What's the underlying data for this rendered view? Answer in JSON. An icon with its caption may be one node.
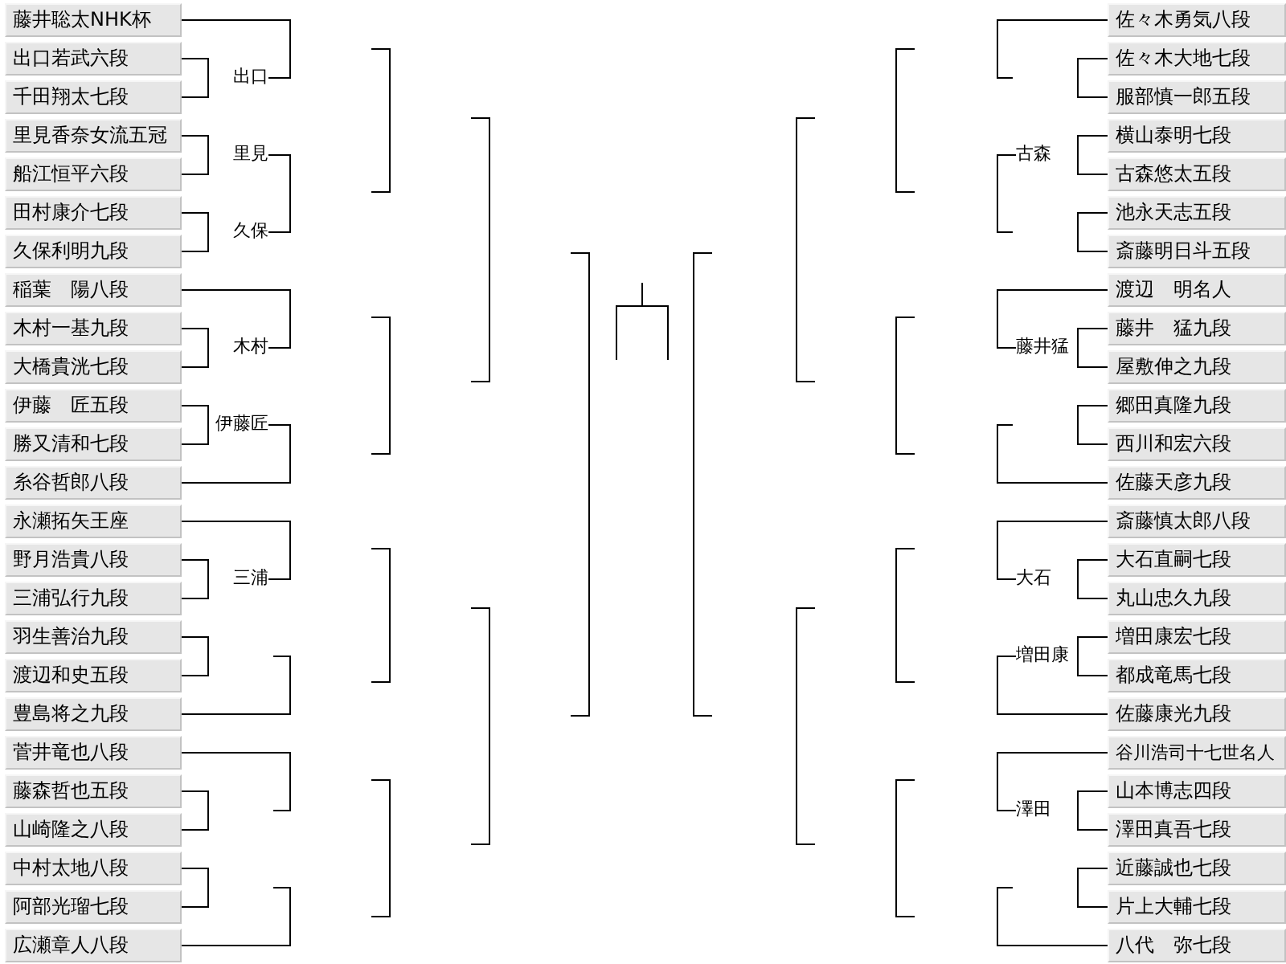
{
  "diagram": {
    "nodes": [
      {
        "text": [
          "藤井聡太NHK杯"
        ]
      },
      {
        "text": [
          "出口若武六段"
        ]
      },
      {
        "text": [
          "千田翔太七段"
        ]
      },
      {
        "text": [
          "里見香奈女流五冠"
        ]
      },
      {
        "text": [
          "船江恒平六段"
        ]
      },
      {
        "text": [
          "田村康介七段"
        ]
      },
      {
        "text": [
          "久保利明九段"
        ]
      },
      {
        "text": [
          "稲葉　陽八段"
        ]
      },
      {
        "text": [
          "木村一基九段"
        ]
      },
      {
        "text": [
          "大橋貴洸七段"
        ]
      },
      {
        "text": [
          "伊藤　匠五段"
        ]
      },
      {
        "text": [
          "勝又清和七段"
        ]
      },
      {
        "text": [
          "糸谷哲郎八段"
        ]
      },
      {
        "text": [
          "永瀬拓矢王座"
        ]
      },
      {
        "text": [
          "野月浩貴八段"
        ]
      },
      {
        "text": [
          "三浦弘行九段"
        ]
      },
      {
        "text": [
          "羽生善治九段"
        ]
      },
      {
        "text": [
          "渡辺和史五段"
        ]
      },
      {
        "text": [
          "豊島将之九段"
        ]
      },
      {
        "text": [
          "菅井竜也八段"
        ]
      },
      {
        "text": [
          "藤森哲也五段"
        ]
      },
      {
        "text": [
          "山崎隆之八段"
        ]
      },
      {
        "text": [
          "中村太地八段"
        ]
      },
      {
        "text": [
          "阿部光瑠七段"
        ]
      },
      {
        "text": [
          "広瀬章人八段"
        ]
      },
      {
        "text": [
          "出口"
        ]
      },
      {
        "text": [
          "里見"
        ]
      },
      {
        "text": [
          "久保"
        ]
      },
      {
        "text": [
          "木村"
        ]
      },
      {
        "text": [
          "伊藤匠"
        ]
      },
      {
        "text": [
          "三浦"
        ]
      },
      {
        "text": [
          "古森"
        ]
      },
      {
        "text": [
          "藤井猛"
        ]
      },
      {
        "text": [
          "大石"
        ]
      },
      {
        "text": [
          "増田康"
        ]
      },
      {
        "text": [
          "澤田"
        ]
      },
      {
        "text": [
          "佐々木勇気八段"
        ]
      },
      {
        "text": [
          "佐々木大地七段"
        ]
      },
      {
        "text": [
          "服部慎一郎五段"
        ]
      },
      {
        "text": [
          "横山泰明七段"
        ]
      },
      {
        "text": [
          "古森悠太五段"
        ]
      },
      {
        "text": [
          "池永天志五段"
        ]
      },
      {
        "text": [
          "斎藤明日斗五段"
        ]
      },
      {
        "text": [
          "渡辺　明名人"
        ]
      },
      {
        "text": [
          "藤井　猛九段"
        ]
      },
      {
        "text": [
          "屋敷伸之九段"
        ]
      },
      {
        "text": [
          "郷田真隆九段"
        ]
      },
      {
        "text": [
          "西川和宏六段"
        ]
      },
      {
        "text": [
          "佐藤天彦九段"
        ]
      },
      {
        "text": [
          "斎藤慎太郎八段"
        ]
      },
      {
        "text": [
          "大石直嗣七段"
        ]
      },
      {
        "text": [
          "丸山忠久九段"
        ]
      },
      {
        "text": [
          "増田康宏七段"
        ]
      },
      {
        "text": [
          "都成竜馬七段"
        ]
      },
      {
        "text": [
          "佐藤康光九段"
        ]
      },
      {
        "text": [
          "谷川浩司十七世名人"
        ]
      },
      {
        "text": [
          "山本博志四段"
        ]
      },
      {
        "text": [
          "澤田真吾七段"
        ]
      },
      {
        "text": [
          "近藤誠也七段"
        ]
      },
      {
        "text": [
          "片上大輔七段"
        ]
      },
      {
        "text": [
          "八代　弥七段"
        ]
      }
    ],
    "edges": [
      {
        "from": 1,
        "to": 2,
        "arrow": "none"
      },
      {
        "from": 3,
        "to": 4,
        "arrow": "none"
      },
      {
        "from": 5,
        "to": 6,
        "arrow": "none"
      },
      {
        "from": 8,
        "to": 9,
        "arrow": "none"
      },
      {
        "from": 10,
        "to": 11,
        "arrow": "none"
      },
      {
        "from": 14,
        "to": 15,
        "arrow": "none"
      },
      {
        "from": 16,
        "to": 17,
        "arrow": "none"
      },
      {
        "from": 20,
        "to": 21,
        "arrow": "none"
      },
      {
        "from": 22,
        "to": 23,
        "arrow": "none"
      },
      {
        "from": 0,
        "to": 25,
        "arrow": "none"
      },
      {
        "from": 26,
        "to": 27,
        "arrow": "none"
      },
      {
        "from": 7,
        "to": 28,
        "arrow": "none"
      },
      {
        "from": 29,
        "to": 12,
        "arrow": "none"
      },
      {
        "from": 13,
        "to": 30,
        "arrow": "none"
      },
      {
        "from": null,
        "to": 18,
        "arrow": "none"
      },
      {
        "from": 19,
        "to": null,
        "arrow": "none"
      },
      {
        "from": null,
        "to": 24,
        "arrow": "none"
      },
      {
        "from": 37,
        "to": 38,
        "arrow": "none"
      },
      {
        "from": 39,
        "to": 40,
        "arrow": "none"
      },
      {
        "from": 41,
        "to": 42,
        "arrow": "none"
      },
      {
        "from": 44,
        "to": 45,
        "arrow": "none"
      },
      {
        "from": 46,
        "to": 47,
        "arrow": "none"
      },
      {
        "from": 50,
        "to": 51,
        "arrow": "none"
      },
      {
        "from": 52,
        "to": 53,
        "arrow": "none"
      },
      {
        "from": 56,
        "to": 57,
        "arrow": "none"
      },
      {
        "from": 58,
        "to": 59,
        "arrow": "none"
      },
      {
        "from": 36,
        "to": null,
        "arrow": "none"
      },
      {
        "from": 31,
        "to": null,
        "arrow": "none"
      },
      {
        "from": 43,
        "to": 32,
        "arrow": "none"
      },
      {
        "from": null,
        "to": 48,
        "arrow": "none"
      },
      {
        "from": 49,
        "to": 33,
        "arrow": "none"
      },
      {
        "from": 34,
        "to": 54,
        "arrow": "none"
      },
      {
        "from": 55,
        "to": 35,
        "arrow": "none"
      },
      {
        "from": null,
        "to": 60,
        "arrow": "none"
      }
    ]
  }
}
